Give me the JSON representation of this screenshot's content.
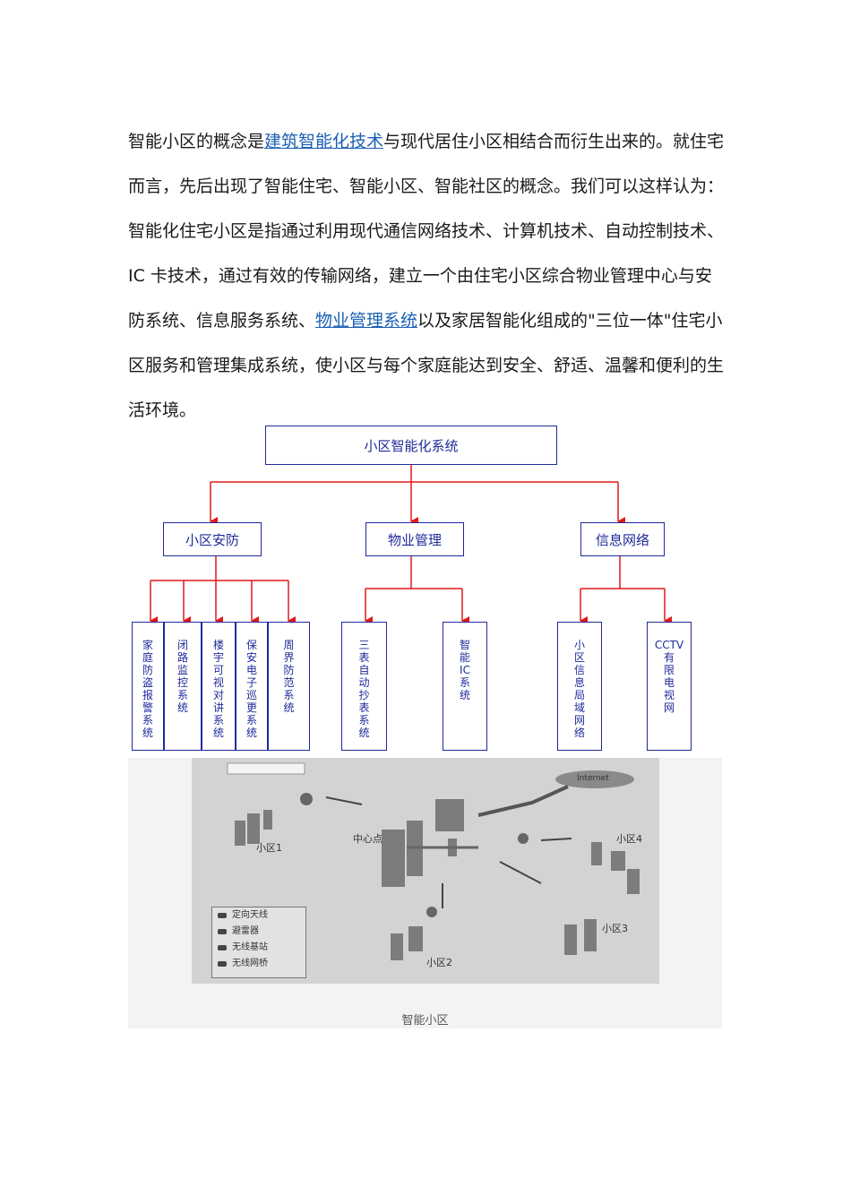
{
  "paragraph": {
    "t1": "智能小区的概念是",
    "link1": "建筑智能化技术",
    "t2": "与现代居住小区相结合而衍生出来的。就住宅而言，先后出现了智能住宅、智能小区、智能社区的概念。我们可以这样认为：智能化住宅小区是指通过利用现代通信网络技术、计算机技术、自动控制技术、IC 卡技术，通过有效的传输网络，建立一个由住宅小区综合物业管理中心与安防系统、信息服务系统、",
    "link2": "物业管理系统",
    "t3": "以及家居智能化组成的\"三位一体\"住宅小区服务和管理集成系统，使小区与每个家庭能达到安全、舒适、温馨和便利的生活环境。"
  },
  "diagram": {
    "root": "小区智能化系统",
    "branches": [
      "小区安防",
      "物业管理",
      "信息网络"
    ],
    "security_leaves": [
      "家庭防盗报警系统",
      "闭路监控系统",
      "楼宇可视对讲系统",
      "保安电子巡更系统",
      "周界防范系统"
    ],
    "property_leaves": [
      "三表自动抄表系统",
      "智能IC系统"
    ],
    "network_leaves": [
      "小区信息局域网络",
      "CCTV有限电视网"
    ],
    "colors": {
      "box_border": "#1f2a9a",
      "arrow": "#e01818"
    }
  },
  "figure": {
    "labels": {
      "center": "中心点",
      "internet": "Internet",
      "c1": "小区1",
      "c2": "小区2",
      "c3": "小区3",
      "c4": "小区4"
    },
    "legend": [
      "定向天线",
      "避雷器",
      "无线基站",
      "无线网桥"
    ],
    "caption": "智能小区"
  }
}
